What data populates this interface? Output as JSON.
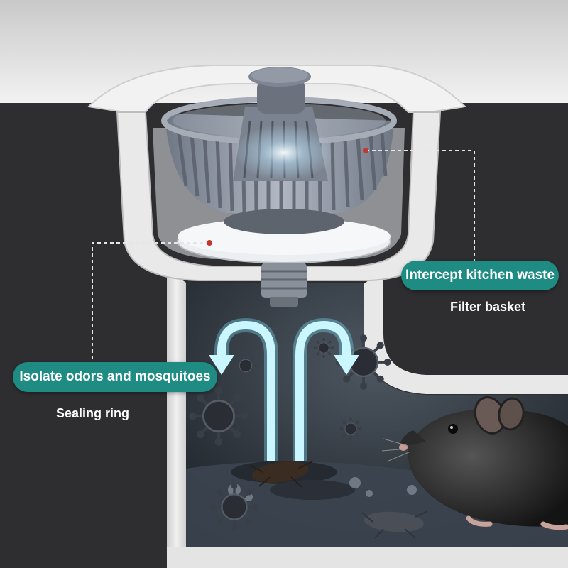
{
  "callouts": {
    "filter_basket": {
      "title": "Intercept kitchen waste",
      "subtitle": "Filter basket"
    },
    "sealing_ring": {
      "title": "Isolate odors and mosquitoes",
      "subtitle": "Sealing ring"
    }
  },
  "colors": {
    "accent": "#1f8c83",
    "background": "#2b2b2e",
    "sink": "#e6e6e6",
    "basket": "#8d95a3",
    "water_glow": "#9ff4ff"
  },
  "icons": [
    "germ-icon",
    "rat-illustration",
    "cockroach-illustration",
    "water-flow-arrow-icon"
  ]
}
